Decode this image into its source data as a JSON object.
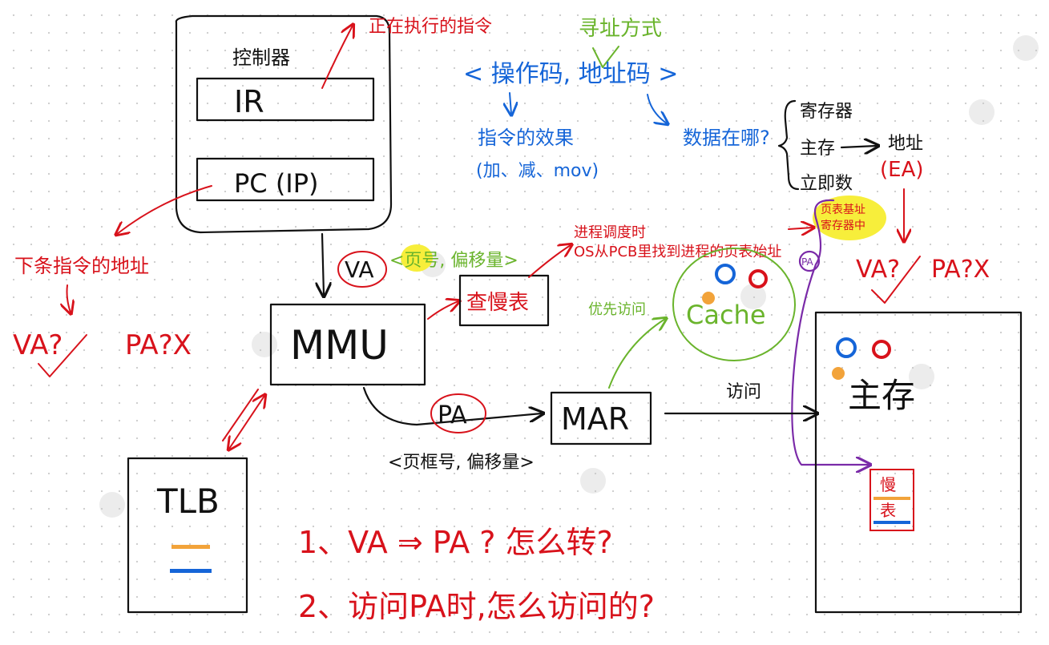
{
  "controller": {
    "title": "控制器",
    "ir": "IR",
    "pc": "PC (IP)",
    "ir_note": "正在执行的指令",
    "pc_note": "下条指令的地址",
    "pc_va": "VA?",
    "pc_pa": "PA?X"
  },
  "instruction_format": {
    "addressing_mode": "寻址方式",
    "format": "< 操作码,  地址码 >",
    "opcode_effect": "指令的效果",
    "opcode_examples": "(加、减、mov)",
    "data_where": "数据在哪?",
    "locations": [
      "寄存器",
      "主存",
      "立即数"
    ],
    "address_label": "地址",
    "ea": "(EA)",
    "ea_va": "VA?",
    "ea_pa": "PA?X"
  },
  "mmu": {
    "label": "MMU",
    "va_in": "VA",
    "va_format": "<页号, 偏移量>",
    "pa_out": "PA",
    "pa_format": "<页框号, 偏移量>"
  },
  "page_table": {
    "label": "查慢表",
    "note_line1": "进程调度时",
    "note_line2": "OS从PCB里找到进程的页表始址",
    "register_line1": "页表基址",
    "register_line2": "寄存器中",
    "pa_tag": "PA"
  },
  "mar": {
    "label": "MAR",
    "access_label": "访问"
  },
  "cache": {
    "label": "Cache",
    "priority_note": "优先访问"
  },
  "main_memory": {
    "label": "主存",
    "slow_table": "慢表"
  },
  "tlb": {
    "label": "TLB"
  },
  "questions": [
    "1、VA ⇒ PA ? 怎么转?",
    "2、访问PA时,怎么访问的?"
  ],
  "colors": {
    "ink": "#111111",
    "red": "#d8121b",
    "blue": "#1565d8",
    "green": "#6ab42c",
    "purple": "#7a2aa8",
    "orange": "#f2a33a",
    "highlight": "#f7ee3b"
  }
}
